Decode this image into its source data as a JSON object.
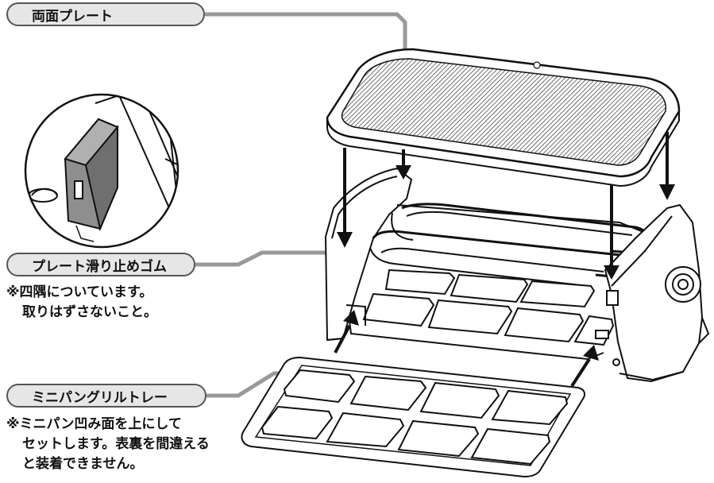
{
  "labels": {
    "double_sided_plate": "両面プレート",
    "plate_rubber": "プレート滑り止めゴム",
    "mini_pan_tray": "ミニパングリルトレー"
  },
  "notes": {
    "rubber_line1": "※四隅についています。",
    "rubber_line2": "取りはずさないこと。",
    "tray_line1": "※ミニパン凹み面を上にして",
    "tray_line2": "セットします。表裏を間違える",
    "tray_line3": "と装着できません。"
  }
}
